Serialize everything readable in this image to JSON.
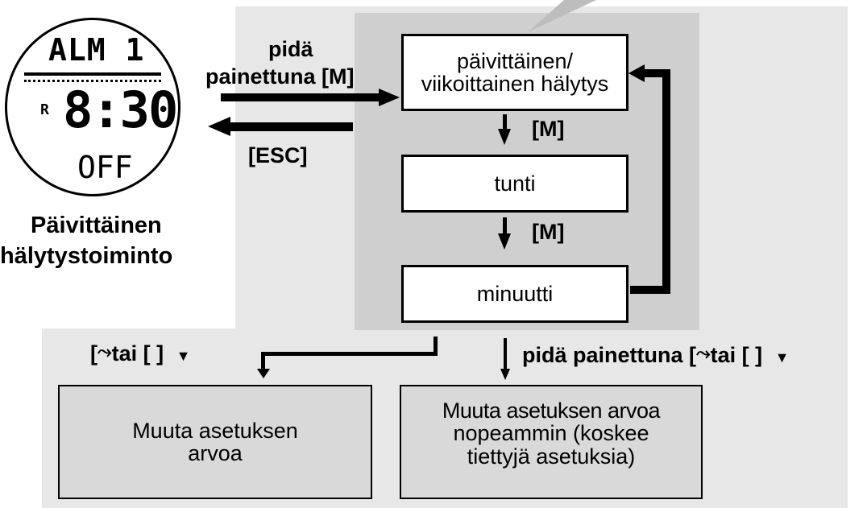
{
  "watch": {
    "lcd_top": "ALM 1",
    "lcd_mode": "R",
    "lcd_time": "8:30",
    "lcd_status": "OFF",
    "caption_line1": "Päivittäinen",
    "caption_line2": "hälytystoiminto"
  },
  "enter_label": {
    "line1": "pidä",
    "line2": "painettuna [M]"
  },
  "esc_label": "[ESC]",
  "steps": [
    {
      "line1": "päivittäinen/",
      "line2": "viikoittainen hälytys"
    },
    {
      "line1": "tunti"
    },
    {
      "line1": "minuutti"
    }
  ],
  "step_arrow_labels": [
    "[M]",
    "[M]"
  ],
  "left_branch": {
    "label_prefix": "[",
    "label_rest": "tai [ ]",
    "box_line1": "Muuta asetuksen",
    "box_line2": "arvoa"
  },
  "right_branch": {
    "label_main": "pidä painettuna [",
    "label_rest": "tai [ ]",
    "box_line1": "Muuta asetuksen arvoa",
    "box_line2": "nopeammin (koskee",
    "box_line3": "tiettyjä asetuksia)"
  }
}
